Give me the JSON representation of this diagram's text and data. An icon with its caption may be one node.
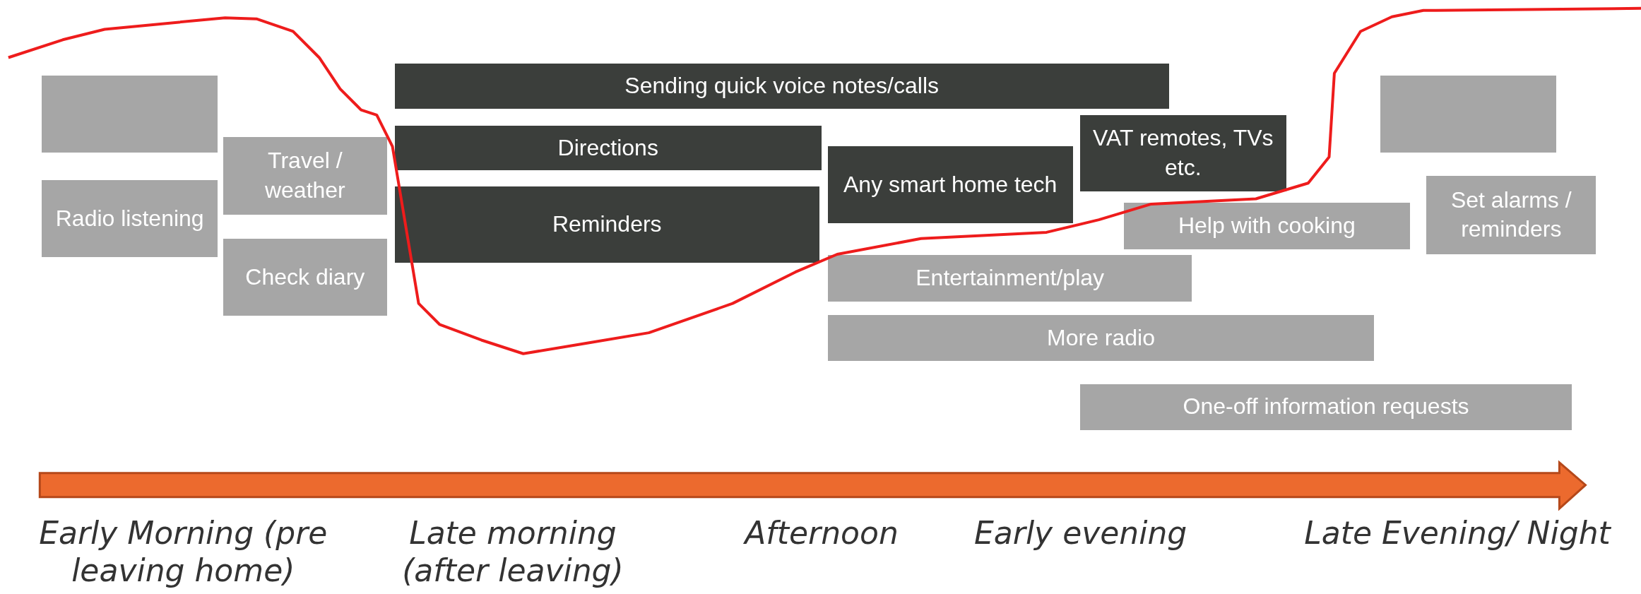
{
  "diagram": {
    "nodes": [
      {
        "text": [],
        "shape": "box"
      },
      {
        "text": [
          "Radio listening"
        ]
      },
      {
        "text": [
          "Travel / weather"
        ]
      },
      {
        "text": [
          "Check diary"
        ]
      },
      {
        "text": [
          "Sending quick voice notes/calls"
        ]
      },
      {
        "text": [
          "Directions"
        ]
      },
      {
        "text": [
          "Reminders"
        ]
      },
      {
        "text": [
          "Any smart home tech"
        ]
      },
      {
        "text": [
          "VAT remotes, TVs etc."
        ]
      },
      {
        "text": [],
        "shape": "box"
      },
      {
        "text": [
          "Help with cooking"
        ]
      },
      {
        "text": [
          "Set alarms / reminders"
        ]
      },
      {
        "text": [
          "Entertainment/play"
        ]
      },
      {
        "text": [
          "More radio"
        ]
      },
      {
        "text": [
          "One-off information requests"
        ]
      }
    ],
    "edges": [],
    "labels": [
      "Early Morning (pre leaving home)",
      "Late morning (after leaving)",
      "Afternoon",
      "Early evening",
      "Late Evening/ Night"
    ]
  }
}
